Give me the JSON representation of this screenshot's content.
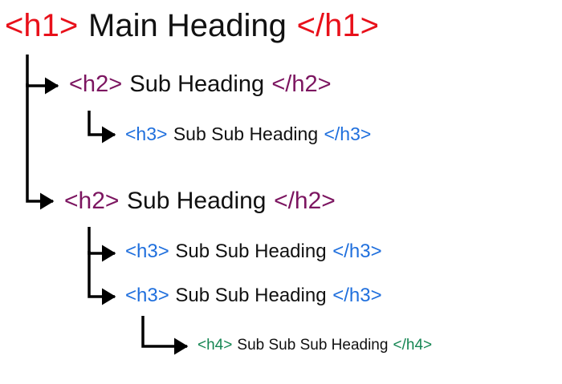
{
  "colors": {
    "h1_tag": "#e8101a",
    "h2_tag": "#7c1560",
    "h3_tag": "#1f6fdd",
    "h4_tag": "#158653",
    "text": "#111111",
    "connector": "#000000"
  },
  "headings": {
    "h1": {
      "open": "<h1>",
      "text": "Main Heading",
      "close": "</h1>"
    },
    "h2a": {
      "open": "<h2>",
      "text": "Sub Heading",
      "close": "</h2>"
    },
    "h3a": {
      "open": "<h3>",
      "text": "Sub Sub Heading",
      "close": "</h3>"
    },
    "h2b": {
      "open": "<h2>",
      "text": "Sub Heading",
      "close": "</h2>"
    },
    "h3b": {
      "open": "<h3>",
      "text": "Sub Sub Heading",
      "close": "</h3>"
    },
    "h3c": {
      "open": "<h3>",
      "text": "Sub Sub Heading",
      "close": "</h3>"
    },
    "h4": {
      "open": "<h4>",
      "text": "Sub Sub Sub Heading",
      "close": "</h4>"
    }
  },
  "hierarchy": [
    {
      "node": "h1",
      "level": 1,
      "parent": null
    },
    {
      "node": "h2a",
      "level": 2,
      "parent": "h1"
    },
    {
      "node": "h3a",
      "level": 3,
      "parent": "h2a"
    },
    {
      "node": "h2b",
      "level": 2,
      "parent": "h1"
    },
    {
      "node": "h3b",
      "level": 3,
      "parent": "h2b"
    },
    {
      "node": "h3c",
      "level": 3,
      "parent": "h2b"
    },
    {
      "node": "h4",
      "level": 4,
      "parent": "h3c"
    }
  ]
}
